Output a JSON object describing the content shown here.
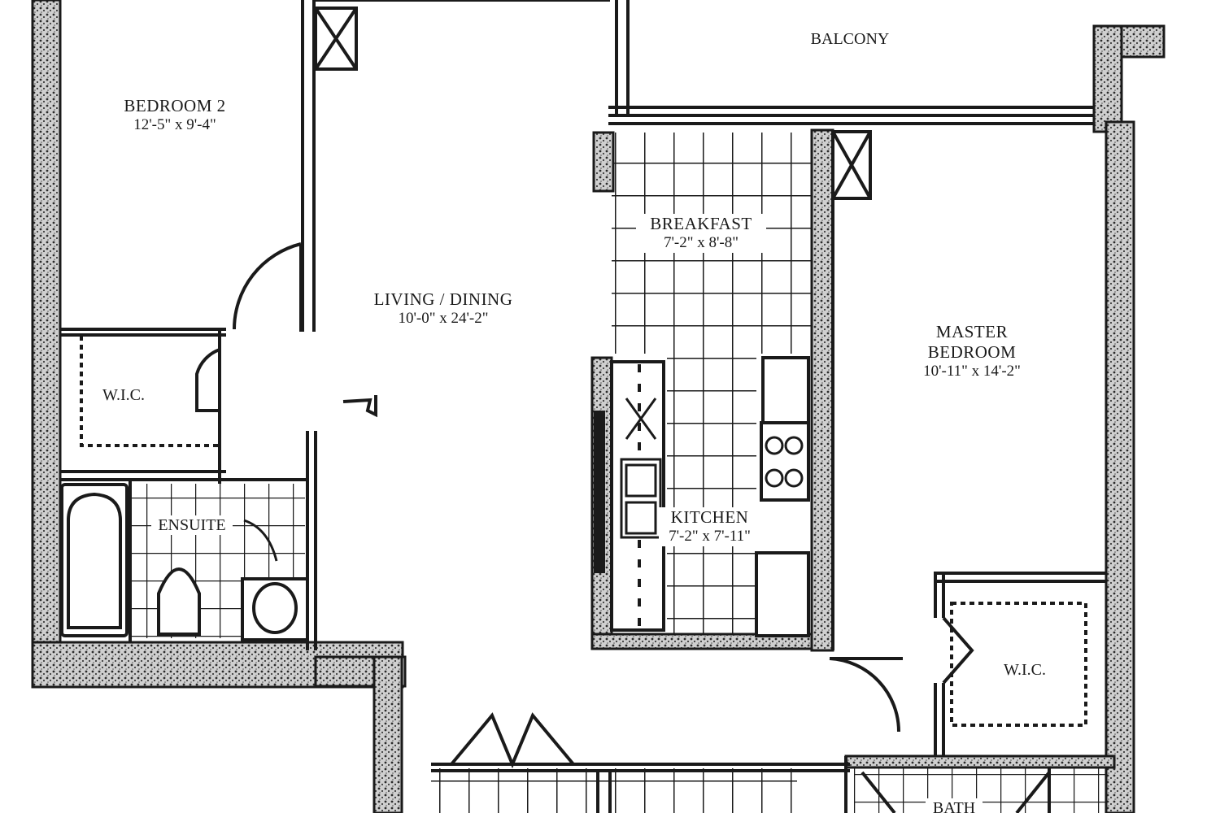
{
  "rooms": {
    "bedroom2": {
      "name": "BEDROOM 2",
      "dims": "12'-5\" x 9'-4\""
    },
    "living_dining": {
      "name": "LIVING / DINING",
      "dims": "10'-0\" x 24'-2\""
    },
    "breakfast": {
      "name": "BREAKFAST",
      "dims": "7'-2\" x 8'-8\""
    },
    "kitchen": {
      "name": "KITCHEN",
      "dims": "7'-2\" x 7'-11\""
    },
    "master_bedroom": {
      "name_line1": "MASTER",
      "name_line2": "BEDROOM",
      "dims": "10'-11\" x 14'-2\""
    },
    "balcony": {
      "name": "BALCONY"
    },
    "wic_left": {
      "name": "W.I.C."
    },
    "wic_right": {
      "name": "W.I.C."
    },
    "ensuite": {
      "name": "ENSUITE"
    },
    "bath": {
      "name": "BATH"
    }
  },
  "colors": {
    "ink": "#1a1a1a",
    "paper": "#ffffff",
    "wall_fill": "#d9d9d9"
  }
}
